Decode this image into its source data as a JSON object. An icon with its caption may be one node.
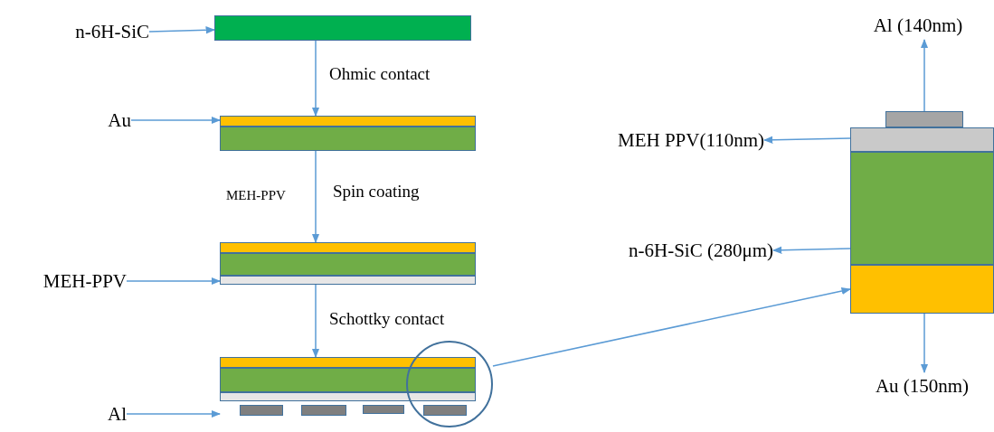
{
  "diagram": {
    "nodes": [
      {
        "text": [
          "n-6H-SiC"
        ]
      },
      {
        "text": [],
        "shape": "bar"
      },
      {
        "text": [
          "Au"
        ]
      },
      {
        "text": [],
        "shape": "box"
      },
      {
        "text": [
          "MEH-PPV"
        ]
      },
      {
        "text": [],
        "shape": "box"
      },
      {
        "text": [
          "Al"
        ]
      },
      {
        "text": [],
        "shape": "box"
      },
      {
        "text": [],
        "shape": "circle"
      },
      {
        "text": [
          "Al (140nm)"
        ]
      },
      {
        "text": [
          "MEH PPV(110nm)"
        ]
      },
      {
        "text": [
          "n-6H-SiC (280μm)"
        ]
      },
      {
        "text": [
          "Au (150nm)"
        ]
      },
      {
        "text": [],
        "shape": "box"
      }
    ],
    "edges": [
      {
        "from": 0,
        "to": 1,
        "arrow": "to"
      },
      {
        "from": 2,
        "to": 3,
        "arrow": "to"
      },
      {
        "from": 4,
        "to": 5,
        "arrow": "to"
      },
      {
        "from": 6,
        "to": 7,
        "arrow": "to"
      },
      {
        "from": 1,
        "to": 3,
        "arrow": "to",
        "label": "Ohmic contact"
      },
      {
        "from": 3,
        "to": 5,
        "arrow": "to",
        "label": "Spin coating"
      },
      {
        "from": 5,
        "to": 7,
        "arrow": "to",
        "label": "Schottky contact"
      },
      {
        "from": 8,
        "to": 13,
        "arrow": "to"
      },
      {
        "from": 13,
        "to": 9,
        "arrow": "to"
      },
      {
        "from": 13,
        "to": 10,
        "arrow": "to"
      },
      {
        "from": 13,
        "to": 11,
        "arrow": "to"
      },
      {
        "from": 13,
        "to": 12,
        "arrow": "to"
      }
    ],
    "labels": [
      "MEH-PPV"
    ]
  }
}
